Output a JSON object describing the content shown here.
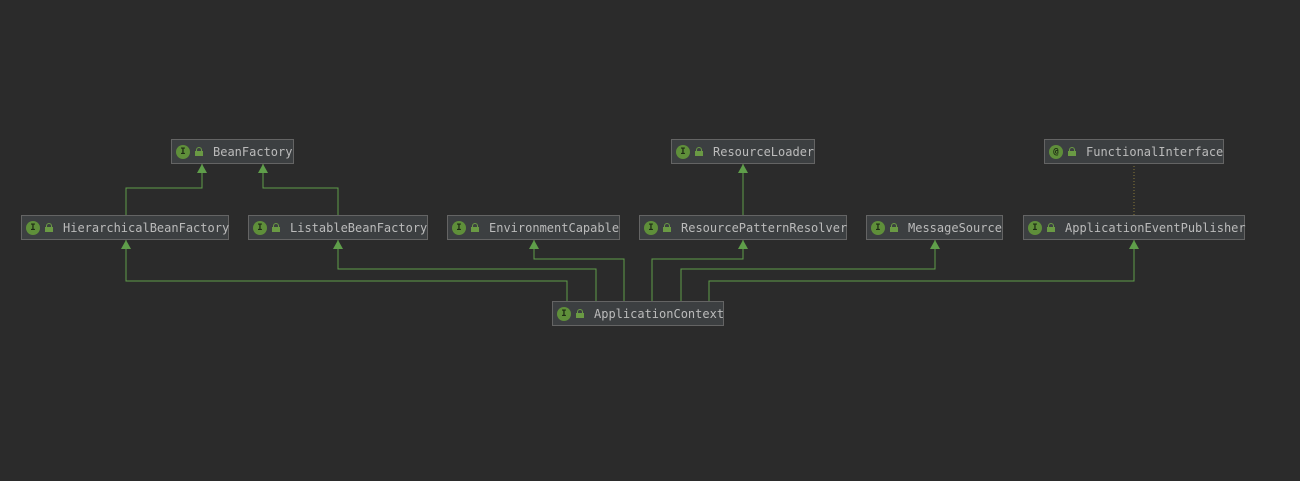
{
  "diagram": {
    "colors": {
      "background": "#2b2b2b",
      "edge": "#5f9e4a",
      "node_fill": "#3c3f41",
      "node_border": "#646464",
      "text": "#bbbbbb"
    },
    "nodes": [
      {
        "id": "BeanFactory",
        "label": "BeanFactory",
        "badge": "I",
        "icon": "interface-icon"
      },
      {
        "id": "ResourceLoader",
        "label": "ResourceLoader",
        "badge": "I",
        "icon": "interface-icon"
      },
      {
        "id": "FunctionalInterface",
        "label": "FunctionalInterface",
        "badge": "@",
        "icon": "annotation-icon"
      },
      {
        "id": "HierarchicalBeanFactory",
        "label": "HierarchicalBeanFactory",
        "badge": "I",
        "icon": "interface-icon"
      },
      {
        "id": "ListableBeanFactory",
        "label": "ListableBeanFactory",
        "badge": "I",
        "icon": "interface-icon"
      },
      {
        "id": "EnvironmentCapable",
        "label": "EnvironmentCapable",
        "badge": "I",
        "icon": "interface-icon"
      },
      {
        "id": "ResourcePatternResolver",
        "label": "ResourcePatternResolver",
        "badge": "I",
        "icon": "interface-icon"
      },
      {
        "id": "MessageSource",
        "label": "MessageSource",
        "badge": "I",
        "icon": "interface-icon"
      },
      {
        "id": "ApplicationEventPublisher",
        "label": "ApplicationEventPublisher",
        "badge": "I",
        "icon": "interface-icon"
      },
      {
        "id": "ApplicationContext",
        "label": "ApplicationContext",
        "badge": "I",
        "icon": "interface-icon"
      }
    ],
    "edges": [
      {
        "from": "HierarchicalBeanFactory",
        "to": "BeanFactory",
        "kind": "extends"
      },
      {
        "from": "ListableBeanFactory",
        "to": "BeanFactory",
        "kind": "extends"
      },
      {
        "from": "ResourcePatternResolver",
        "to": "ResourceLoader",
        "kind": "extends"
      },
      {
        "from": "ApplicationEventPublisher",
        "to": "FunctionalInterface",
        "kind": "annotated"
      },
      {
        "from": "ApplicationContext",
        "to": "HierarchicalBeanFactory",
        "kind": "extends"
      },
      {
        "from": "ApplicationContext",
        "to": "ListableBeanFactory",
        "kind": "extends"
      },
      {
        "from": "ApplicationContext",
        "to": "EnvironmentCapable",
        "kind": "extends"
      },
      {
        "from": "ApplicationContext",
        "to": "ResourcePatternResolver",
        "kind": "extends"
      },
      {
        "from": "ApplicationContext",
        "to": "MessageSource",
        "kind": "extends"
      },
      {
        "from": "ApplicationContext",
        "to": "ApplicationEventPublisher",
        "kind": "extends"
      }
    ]
  }
}
